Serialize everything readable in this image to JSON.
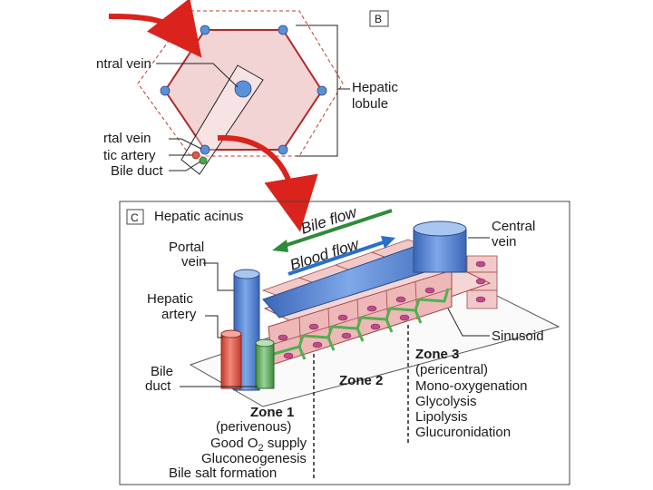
{
  "panel_b": {
    "letter": "B",
    "labels": {
      "central_vein": "ntral vein",
      "hepatic_lobule_1": "Hepatic",
      "hepatic_lobule_2": "lobule",
      "portal_vein": "rtal vein",
      "hepatic_artery": "tic artery",
      "bile_duct": "Bile duct"
    }
  },
  "panel_c": {
    "letter": "C",
    "title": "Hepatic acinus",
    "bile_flow": "Bile flow",
    "blood_flow": "Blood flow",
    "labels": {
      "portal_vein_1": "Portal",
      "portal_vein_2": "vein",
      "hepatic_artery_1": "Hepatic",
      "hepatic_artery_2": "artery",
      "bile_duct_1": "Bile",
      "bile_duct_2": "duct",
      "central_vein_1": "Central",
      "central_vein_2": "vein",
      "sinusoid": "Sinusoid"
    },
    "zones": {
      "zone1": {
        "title": "Zone 1",
        "subtitle": "(perivenous)",
        "line1_a": "Good O",
        "line1_sub": "2",
        "line1_b": " supply",
        "line2": "Gluconeogenesis",
        "line3": "Bile salt formation"
      },
      "zone2": {
        "title": "Zone 2"
      },
      "zone3": {
        "title": "Zone 3",
        "subtitle": "(pericentral)",
        "items": [
          "Mono-oxygenation",
          "Glycolysis",
          "Lipolysis",
          "Glucuronidation"
        ]
      }
    }
  },
  "colors": {
    "lobule_fill": "#f3d4d4",
    "lobule_border": "#c0392b",
    "vessel_blue": "#4a7fd0",
    "artery_red": "#e05a4a",
    "bile_green": "#5aa85a",
    "arrow_red": "#d9231c",
    "cell_pink": "#f2c9c9",
    "bile_flow_green": "#2e8b3a",
    "blood_flow_blue": "#2a6fc9"
  }
}
